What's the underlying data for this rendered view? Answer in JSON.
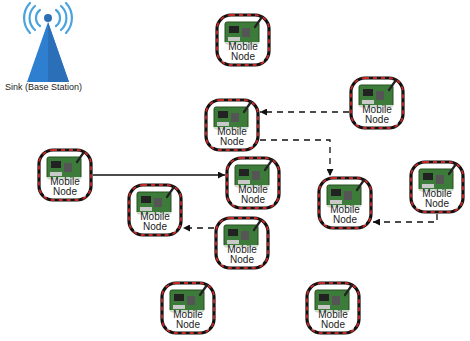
{
  "diagram": {
    "nodes": [
      {
        "text": [
          "Mobile Node"
        ]
      },
      {
        "text": [
          "Mobile Node"
        ]
      },
      {
        "text": [
          "Mobile Node"
        ]
      },
      {
        "text": [
          "Mobile Node"
        ]
      },
      {
        "text": [
          "Mobile Node"
        ]
      },
      {
        "text": [
          "Mobile Node"
        ]
      },
      {
        "text": [
          "Mobile Node"
        ]
      },
      {
        "text": [
          "Mobile Node"
        ]
      },
      {
        "text": [
          "Mobile Node"
        ]
      },
      {
        "text": [
          "Mobile Node"
        ]
      },
      {
        "text": [
          "Mobile Node"
        ]
      }
    ],
    "edges": [
      {
        "from": 3,
        "to": 4,
        "arrow": "to"
      },
      {
        "from": 1,
        "to": 2,
        "arrow": "to"
      },
      {
        "from": 2,
        "to": 5,
        "arrow": "to"
      },
      {
        "from": 6,
        "to": 5,
        "arrow": "to"
      },
      {
        "from": 8,
        "to": 7,
        "arrow": "to"
      }
    ],
    "labels": [
      "Sink (Base Station)"
    ]
  }
}
